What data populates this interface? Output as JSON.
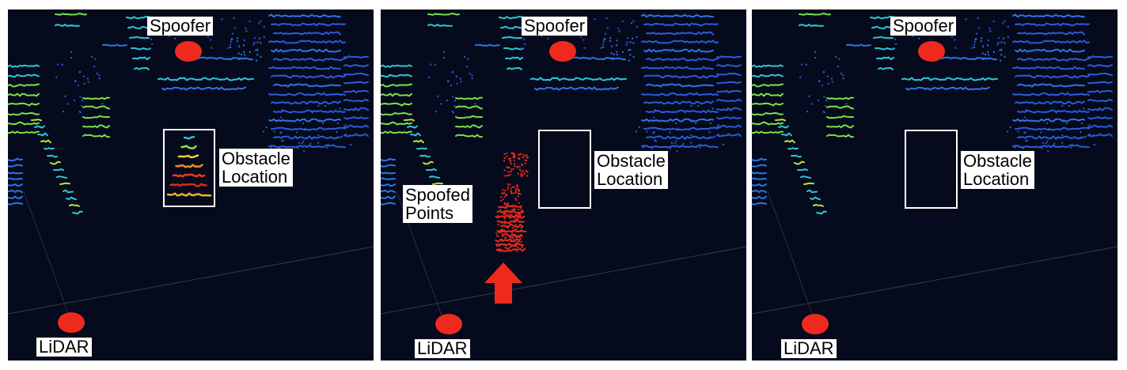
{
  "panels": [
    {
      "id": "original",
      "spoofer_label": "Spoofer",
      "lidar_label": "LiDAR",
      "obstacle_label": "Obstacle\nLocation",
      "obstacle_visible": true,
      "spoofed_points_visible": false
    },
    {
      "id": "spoofed",
      "spoofer_label": "Spoofer",
      "lidar_label": "LiDAR",
      "obstacle_label": "Obstacle\nLocation",
      "spoofed_label": "Spoofed\nPoints",
      "obstacle_visible": false,
      "spoofed_points_visible": true
    },
    {
      "id": "removed",
      "spoofer_label": "Spoofer",
      "lidar_label": "LiDAR",
      "obstacle_label": "Obstacle\nLocation",
      "obstacle_visible": false,
      "spoofed_points_visible": false
    }
  ],
  "colors": {
    "background": "#050b1c",
    "marker": "#ee2a1f",
    "spoofed_points": "#e82a1a",
    "box": "#ffffff"
  }
}
